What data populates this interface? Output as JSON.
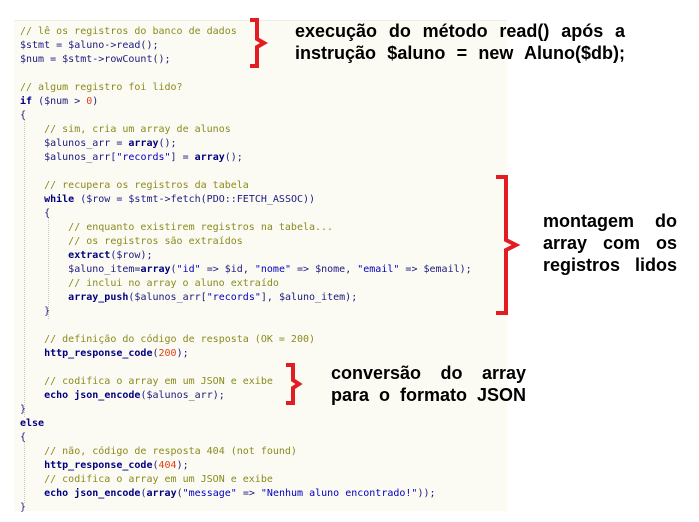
{
  "code": {
    "lines": [
      [
        {
          "t": "comment",
          "v": "// lê os registros do banco de dados"
        }
      ],
      [
        {
          "t": "variable",
          "v": "$stmt"
        },
        {
          "t": "plain",
          "v": " = "
        },
        {
          "t": "variable",
          "v": "$aluno"
        },
        {
          "t": "plain",
          "v": "->read();"
        }
      ],
      [
        {
          "t": "variable",
          "v": "$num"
        },
        {
          "t": "plain",
          "v": " = "
        },
        {
          "t": "variable",
          "v": "$stmt"
        },
        {
          "t": "plain",
          "v": "->rowCount();"
        }
      ],
      [],
      [
        {
          "t": "comment",
          "v": "// algum registro foi lido?"
        }
      ],
      [
        {
          "t": "keyword",
          "v": "if"
        },
        {
          "t": "plain",
          "v": " ("
        },
        {
          "t": "variable",
          "v": "$num"
        },
        {
          "t": "plain",
          "v": " > "
        },
        {
          "t": "number",
          "v": "0"
        },
        {
          "t": "plain",
          "v": ")"
        }
      ],
      [
        {
          "t": "plain",
          "v": "{"
        }
      ],
      [
        {
          "t": "plain",
          "v": "    "
        },
        {
          "t": "comment",
          "v": "// sim, cria um array de alunos"
        }
      ],
      [
        {
          "t": "plain",
          "v": "    "
        },
        {
          "t": "variable",
          "v": "$alunos_arr"
        },
        {
          "t": "plain",
          "v": " = "
        },
        {
          "t": "keyword",
          "v": "array"
        },
        {
          "t": "plain",
          "v": "();"
        }
      ],
      [
        {
          "t": "plain",
          "v": "    "
        },
        {
          "t": "variable",
          "v": "$alunos_arr"
        },
        {
          "t": "plain",
          "v": "["
        },
        {
          "t": "string",
          "v": "\"records\""
        },
        {
          "t": "plain",
          "v": "] = "
        },
        {
          "t": "keyword",
          "v": "array"
        },
        {
          "t": "plain",
          "v": "();"
        }
      ],
      [],
      [
        {
          "t": "plain",
          "v": "    "
        },
        {
          "t": "comment",
          "v": "// recupera os registros da tabela"
        }
      ],
      [
        {
          "t": "plain",
          "v": "    "
        },
        {
          "t": "keyword",
          "v": "while"
        },
        {
          "t": "plain",
          "v": " ("
        },
        {
          "t": "variable",
          "v": "$row"
        },
        {
          "t": "plain",
          "v": " = "
        },
        {
          "t": "variable",
          "v": "$stmt"
        },
        {
          "t": "plain",
          "v": "->fetch(PDO::FETCH_ASSOC))"
        }
      ],
      [
        {
          "t": "plain",
          "v": "    {"
        }
      ],
      [
        {
          "t": "plain",
          "v": "        "
        },
        {
          "t": "comment",
          "v": "// enquanto existirem registros na tabela..."
        }
      ],
      [
        {
          "t": "plain",
          "v": "        "
        },
        {
          "t": "comment",
          "v": "// os registros são extraídos"
        }
      ],
      [
        {
          "t": "plain",
          "v": "        "
        },
        {
          "t": "keyword",
          "v": "extract"
        },
        {
          "t": "plain",
          "v": "("
        },
        {
          "t": "variable",
          "v": "$row"
        },
        {
          "t": "plain",
          "v": ");"
        }
      ],
      [
        {
          "t": "plain",
          "v": "        "
        },
        {
          "t": "variable",
          "v": "$aluno_item"
        },
        {
          "t": "plain",
          "v": "="
        },
        {
          "t": "keyword",
          "v": "array"
        },
        {
          "t": "plain",
          "v": "("
        },
        {
          "t": "string",
          "v": "\"id\""
        },
        {
          "t": "plain",
          "v": " => "
        },
        {
          "t": "variable",
          "v": "$id"
        },
        {
          "t": "plain",
          "v": ", "
        },
        {
          "t": "string",
          "v": "\"nome\""
        },
        {
          "t": "plain",
          "v": " => "
        },
        {
          "t": "variable",
          "v": "$nome"
        },
        {
          "t": "plain",
          "v": ", "
        },
        {
          "t": "string",
          "v": "\"email\""
        },
        {
          "t": "plain",
          "v": " => "
        },
        {
          "t": "variable",
          "v": "$email"
        },
        {
          "t": "plain",
          "v": ");"
        }
      ],
      [
        {
          "t": "plain",
          "v": "        "
        },
        {
          "t": "comment",
          "v": "// inclui no array o aluno extraído"
        }
      ],
      [
        {
          "t": "plain",
          "v": "        "
        },
        {
          "t": "keyword",
          "v": "array_push"
        },
        {
          "t": "plain",
          "v": "("
        },
        {
          "t": "variable",
          "v": "$alunos_arr"
        },
        {
          "t": "plain",
          "v": "["
        },
        {
          "t": "string",
          "v": "\"records\""
        },
        {
          "t": "plain",
          "v": "], "
        },
        {
          "t": "variable",
          "v": "$aluno_item"
        },
        {
          "t": "plain",
          "v": ");"
        }
      ],
      [
        {
          "t": "plain",
          "v": "    }"
        }
      ],
      [],
      [
        {
          "t": "plain",
          "v": "    "
        },
        {
          "t": "comment",
          "v": "// definição do código de resposta (OK = 200)"
        }
      ],
      [
        {
          "t": "plain",
          "v": "    "
        },
        {
          "t": "keyword",
          "v": "http_response_code"
        },
        {
          "t": "plain",
          "v": "("
        },
        {
          "t": "number",
          "v": "200"
        },
        {
          "t": "plain",
          "v": ");"
        }
      ],
      [],
      [
        {
          "t": "plain",
          "v": "    "
        },
        {
          "t": "comment",
          "v": "// codifica o array em um JSON e exibe"
        }
      ],
      [
        {
          "t": "plain",
          "v": "    "
        },
        {
          "t": "keyword",
          "v": "echo"
        },
        {
          "t": "plain",
          "v": " "
        },
        {
          "t": "keyword",
          "v": "json_encode"
        },
        {
          "t": "plain",
          "v": "("
        },
        {
          "t": "variable",
          "v": "$alunos_arr"
        },
        {
          "t": "plain",
          "v": ");"
        }
      ],
      [
        {
          "t": "plain",
          "v": "}"
        }
      ],
      [
        {
          "t": "keyword",
          "v": "else"
        }
      ],
      [
        {
          "t": "plain",
          "v": "{"
        }
      ],
      [
        {
          "t": "plain",
          "v": "    "
        },
        {
          "t": "comment",
          "v": "// não, código de resposta 404 (not found)"
        }
      ],
      [
        {
          "t": "plain",
          "v": "    "
        },
        {
          "t": "keyword",
          "v": "http_response_code"
        },
        {
          "t": "plain",
          "v": "("
        },
        {
          "t": "number",
          "v": "404"
        },
        {
          "t": "plain",
          "v": ");"
        }
      ],
      [
        {
          "t": "plain",
          "v": "    "
        },
        {
          "t": "comment",
          "v": "// codifica o array em um JSON e exibe"
        }
      ],
      [
        {
          "t": "plain",
          "v": "    "
        },
        {
          "t": "keyword",
          "v": "echo"
        },
        {
          "t": "plain",
          "v": " "
        },
        {
          "t": "keyword",
          "v": "json_encode"
        },
        {
          "t": "plain",
          "v": "("
        },
        {
          "t": "keyword",
          "v": "array"
        },
        {
          "t": "plain",
          "v": "("
        },
        {
          "t": "string",
          "v": "\"message\""
        },
        {
          "t": "plain",
          "v": " => "
        },
        {
          "t": "string",
          "v": "\"Nenhum aluno encontrado!\""
        },
        {
          "t": "plain",
          "v": "));"
        }
      ],
      [
        {
          "t": "plain",
          "v": "}"
        }
      ]
    ]
  },
  "annotations": [
    {
      "name": "annotation-read-method",
      "lines": [
        "execução do método read() após a",
        "instrução $aluno = new Aluno($db);"
      ]
    },
    {
      "name": "annotation-array-assembly",
      "lines": [
        "montagem do",
        "array com os",
        "registros lidos"
      ]
    },
    {
      "name": "annotation-json-conversion",
      "lines": [
        "conversão do array",
        "para o formato JSON"
      ]
    }
  ],
  "colors": {
    "brace": "#e31b23",
    "comment": "#8a8a20",
    "keyword": "#000080",
    "string": "#0000c0",
    "number": "#e0401a",
    "background": "#fcfbf3"
  }
}
